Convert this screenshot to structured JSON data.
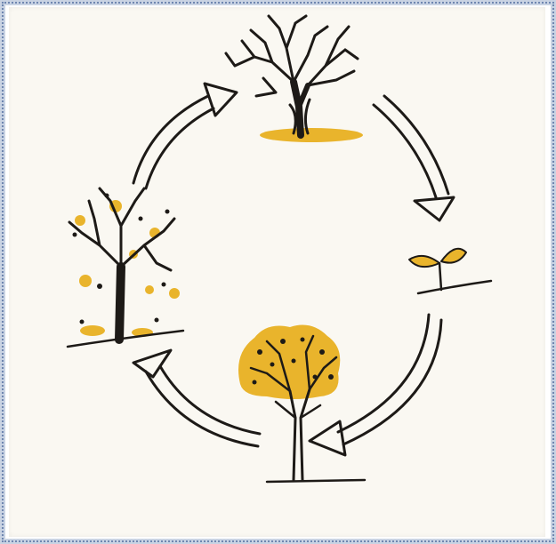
{
  "diagram": {
    "type": "cycle",
    "stages": [
      {
        "id": "bare-winter-tree",
        "icon": "bare-tree-icon"
      },
      {
        "id": "sprout",
        "icon": "sprout-icon"
      },
      {
        "id": "leafy-summer-tree",
        "icon": "leafy-tree-icon"
      },
      {
        "id": "autumn-tree",
        "icon": "autumn-tree-icon"
      }
    ],
    "arrow_direction": "clockwise",
    "colors": {
      "ink": "#1d1a17",
      "leaf_yellow": "#e9b42c",
      "paper": "#faf8f2",
      "frame_border": "#c9d3e3"
    }
  }
}
